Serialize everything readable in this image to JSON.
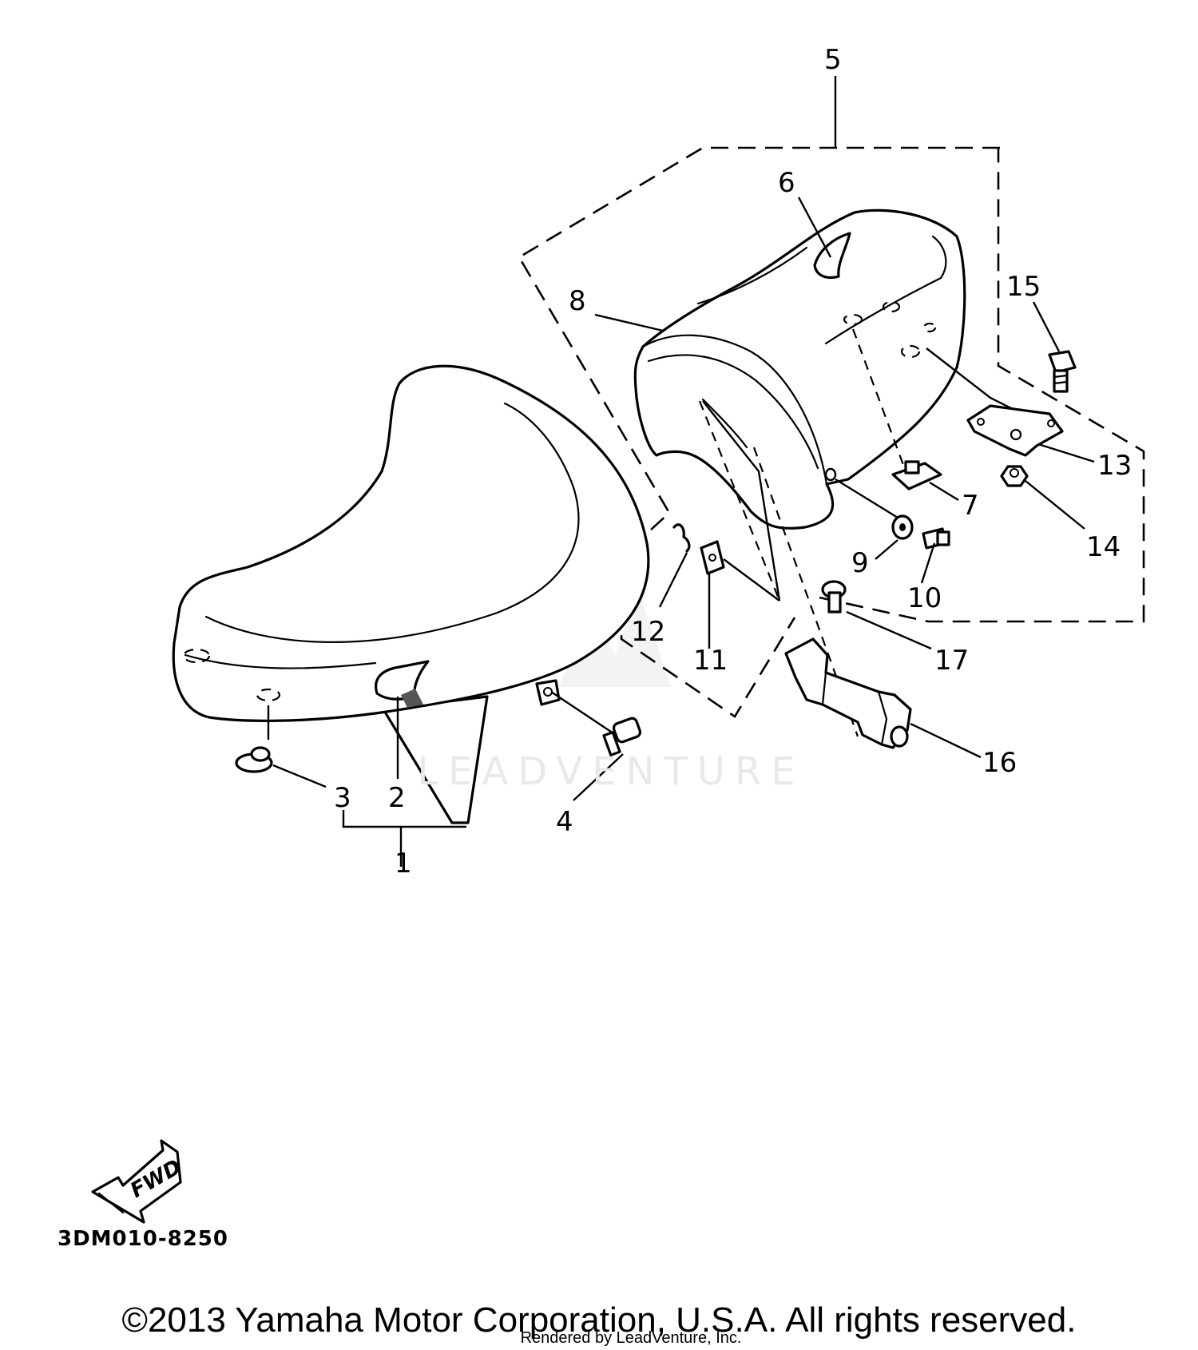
{
  "diagram": {
    "code": "3DM010-8250",
    "fwd_label": "FWD",
    "callouts": {
      "c1": "1",
      "c2": "2",
      "c3": "3",
      "c4": "4",
      "c5": "5",
      "c6": "6",
      "c7": "7",
      "c8": "8",
      "c9": "9",
      "c10": "10",
      "c11": "11",
      "c12": "12",
      "c13": "13",
      "c14": "14",
      "c15": "15",
      "c16": "16",
      "c17": "17"
    }
  },
  "watermark": {
    "text": "LEADVENTURE"
  },
  "footer": {
    "copyright": "©2013 Yamaha Motor Corporation, U.S.A. All rights reserved.",
    "rendered_by": "Rendered by LeadVenture, Inc."
  }
}
